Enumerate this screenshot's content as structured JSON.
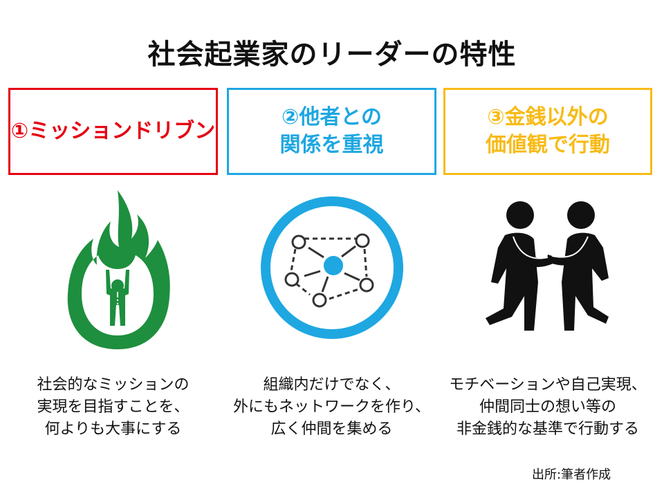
{
  "title": "社会起業家のリーダーの特性",
  "colors": {
    "red": "#e60012",
    "blue": "#1ea7e1",
    "yellow": "#f7bb17",
    "green": "#1e8f3e",
    "black": "#111111"
  },
  "cards": [
    {
      "label": "①ミッションドリブン",
      "color": "#e60012",
      "icon": "flame-person-icon",
      "description": "社会的なミッションの\n実現を目指すことを、\n何よりも大事にする"
    },
    {
      "label": "②他者との\n関係を重視",
      "color": "#1ea7e1",
      "icon": "network-circle-icon",
      "description": "組織内だけでなく、\n外にもネットワークを作り、\n広く仲間を集める"
    },
    {
      "label": "③金銭以外の\n価値観で行動",
      "color": "#f7bb17",
      "icon": "two-people-handshake-icon",
      "description": "モチベーションや自己実現、\n仲間同士の想い等の\n非金銭的な基準で行動する"
    }
  ],
  "source": "出所:筆者作成"
}
